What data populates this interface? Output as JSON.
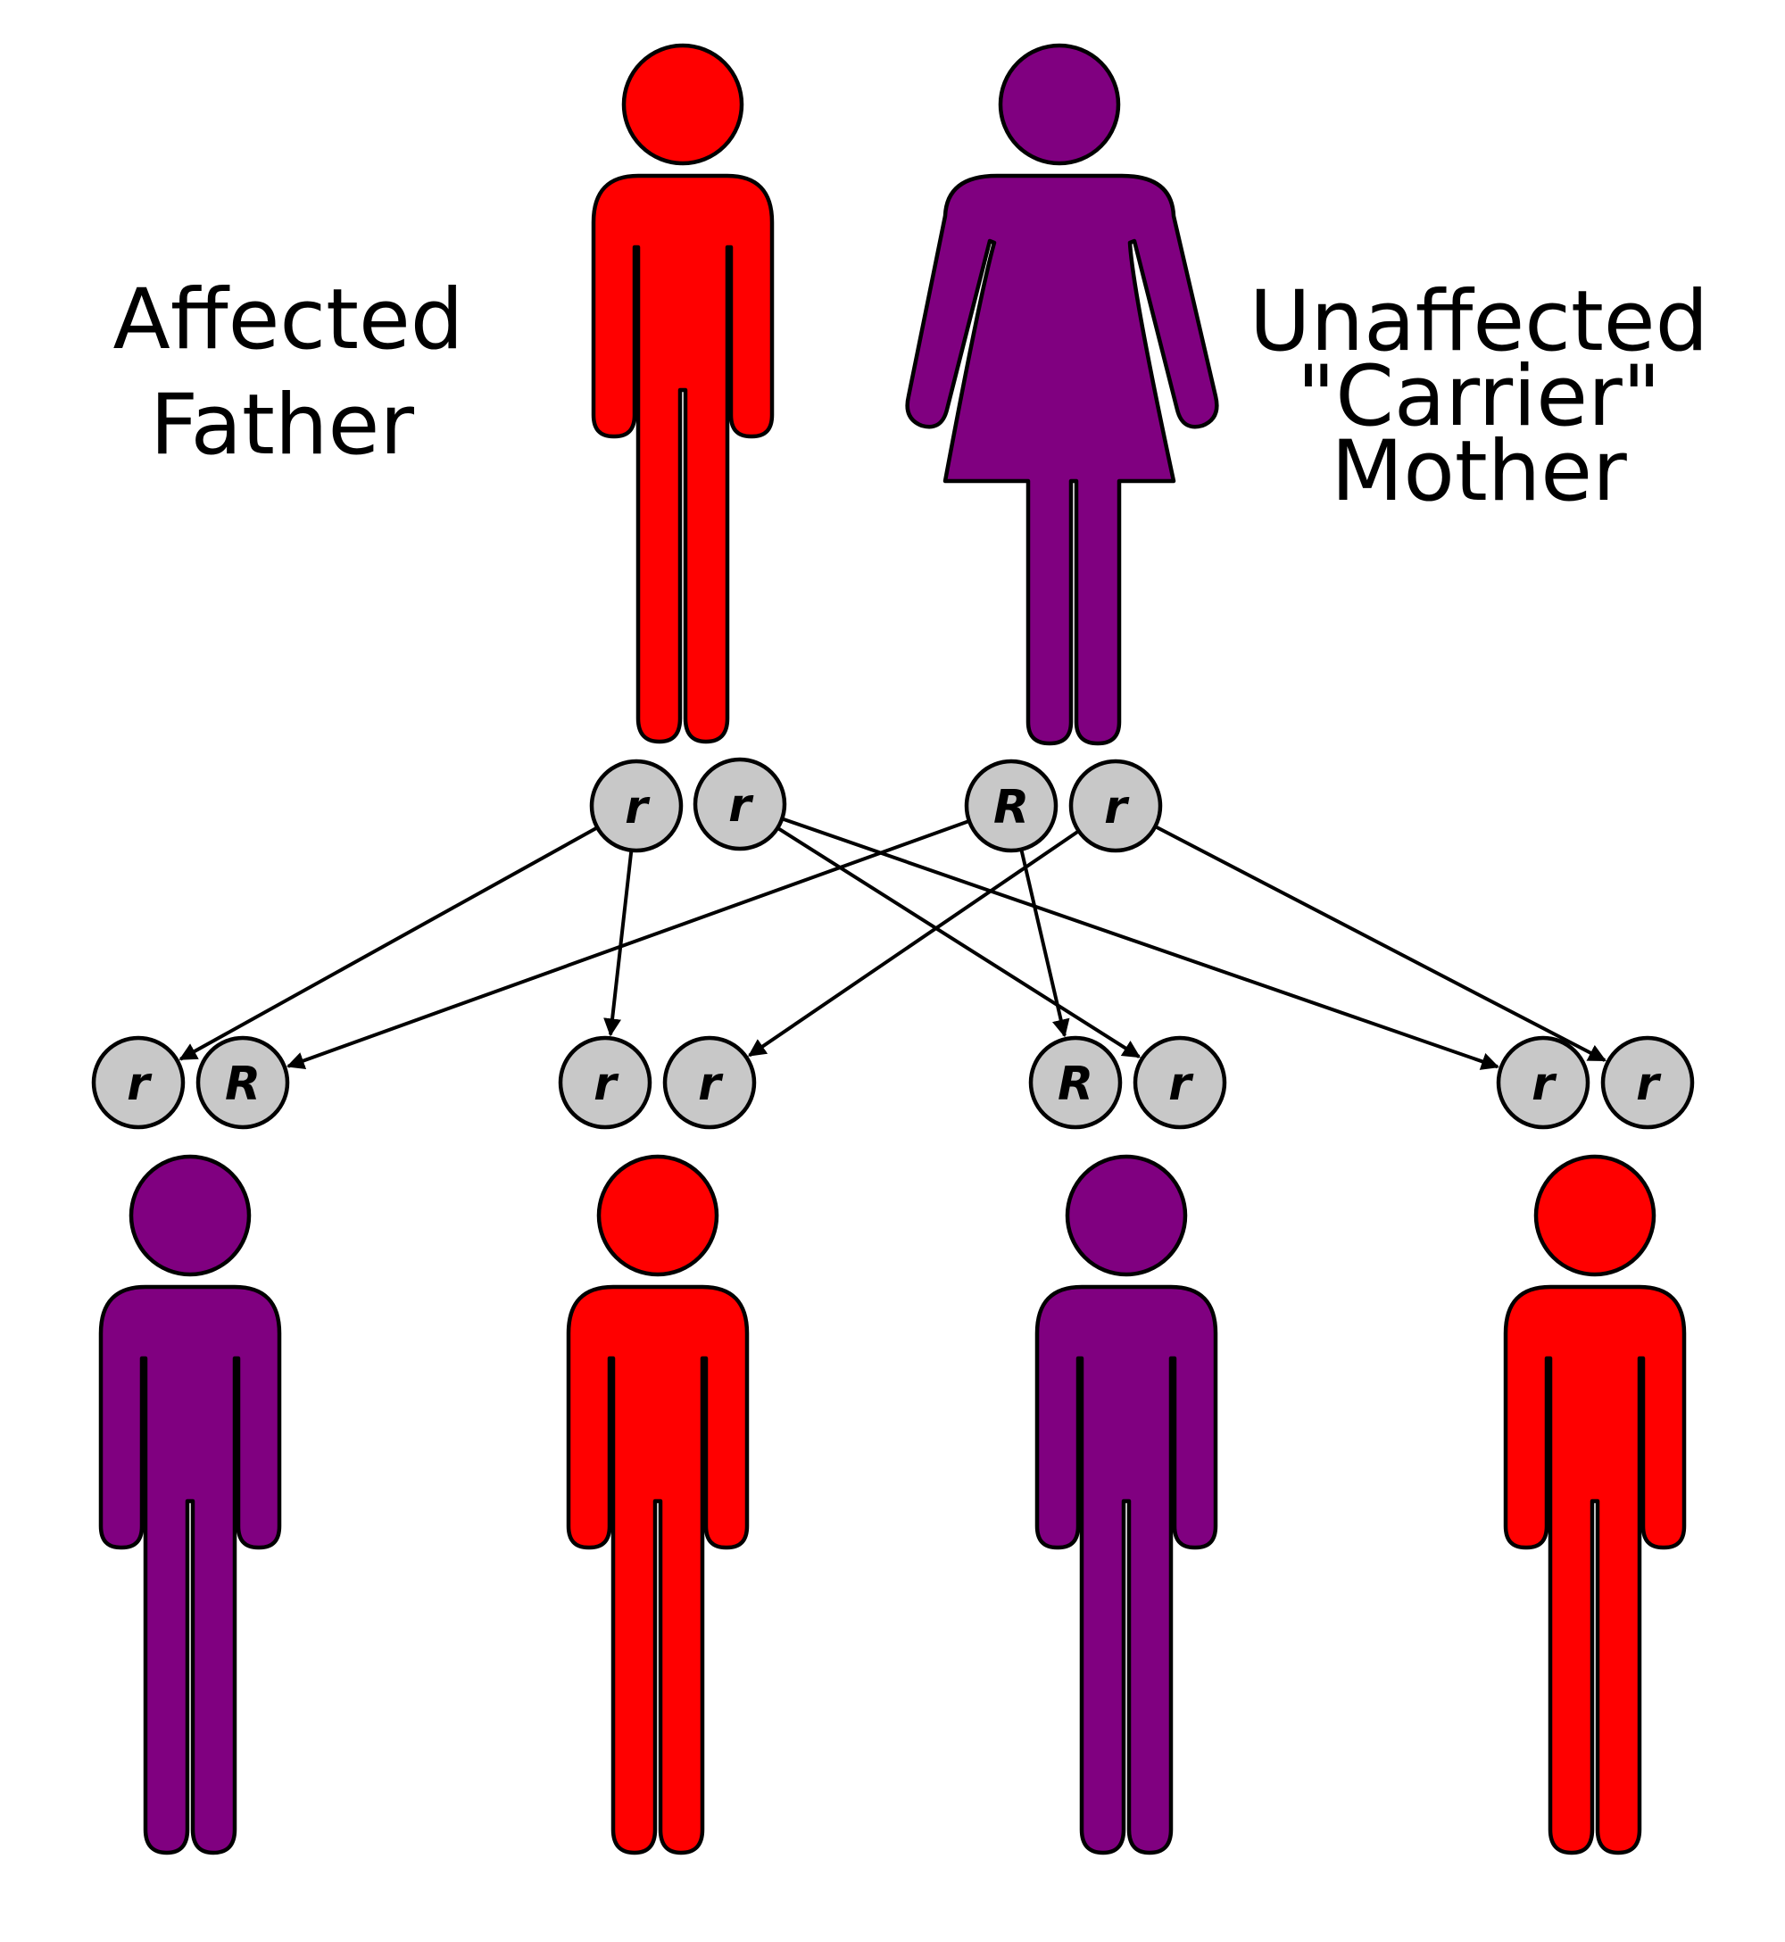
{
  "colors": {
    "affected": "#FF0000",
    "carrier": "#800080",
    "allele_fill": "#C8C8C8",
    "outline": "#000000"
  },
  "parents": {
    "father": {
      "label_lines": [
        "Affected",
        "Father"
      ],
      "sex": "male",
      "status": "affected",
      "alleles": [
        "r",
        "r"
      ]
    },
    "mother": {
      "label_lines": [
        "Unaffected",
        "\"Carrier\"",
        "Mother"
      ],
      "sex": "female",
      "status": "carrier",
      "alleles": [
        "R",
        "r"
      ]
    }
  },
  "children": [
    {
      "sex": "male",
      "status": "carrier",
      "alleles": [
        "r",
        "R"
      ]
    },
    {
      "sex": "male",
      "status": "affected",
      "alleles": [
        "r",
        "r"
      ]
    },
    {
      "sex": "male",
      "status": "carrier",
      "alleles": [
        "R",
        "r"
      ]
    },
    {
      "sex": "male",
      "status": "affected",
      "alleles": [
        "r",
        "r"
      ]
    }
  ],
  "inheritance_arrows": [
    {
      "from": "father.0",
      "to": "child.0.0"
    },
    {
      "from": "father.0",
      "to": "child.1.0"
    },
    {
      "from": "father.1",
      "to": "child.2.1"
    },
    {
      "from": "father.1",
      "to": "child.3.0"
    },
    {
      "from": "mother.0",
      "to": "child.0.1"
    },
    {
      "from": "mother.0",
      "to": "child.2.0"
    },
    {
      "from": "mother.1",
      "to": "child.1.1"
    },
    {
      "from": "mother.1",
      "to": "child.3.1"
    }
  ]
}
